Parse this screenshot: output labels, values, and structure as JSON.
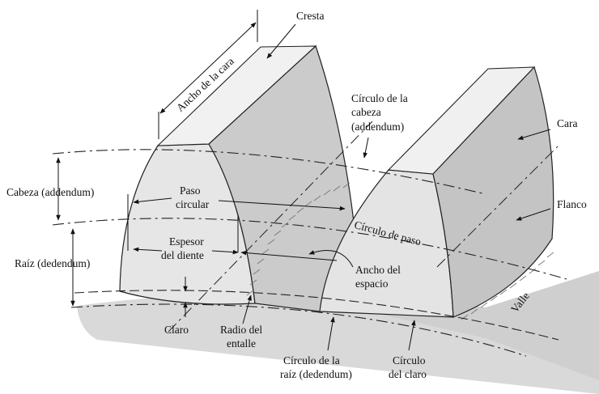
{
  "labels": {
    "cresta": "Cresta",
    "ancho_cara": "Ancho de la cara",
    "circulo_cabeza_1": "Círculo de la",
    "circulo_cabeza_2": "cabeza",
    "circulo_cabeza_3": "(addendum)",
    "cara": "Cara",
    "cabeza": "Cabeza (addendum)",
    "paso_circular_1": "Paso",
    "paso_circular_2": "circular",
    "flanco": "Flanco",
    "circulo_paso": "Círculo de paso",
    "espesor_1": "Espesor",
    "espesor_2": "del diente",
    "raiz": "Raíz (dedendum)",
    "ancho_espacio_1": "Ancho del",
    "ancho_espacio_2": "espacio",
    "valle": "Valle",
    "claro": "Claro",
    "radio_1": "Radio del",
    "radio_2": "entalle",
    "circulo_raiz_1": "Círculo de la",
    "circulo_raiz_2": "raíz (dedendum)",
    "circulo_claro_1": "Círculo",
    "circulo_claro_2": "del claro"
  }
}
